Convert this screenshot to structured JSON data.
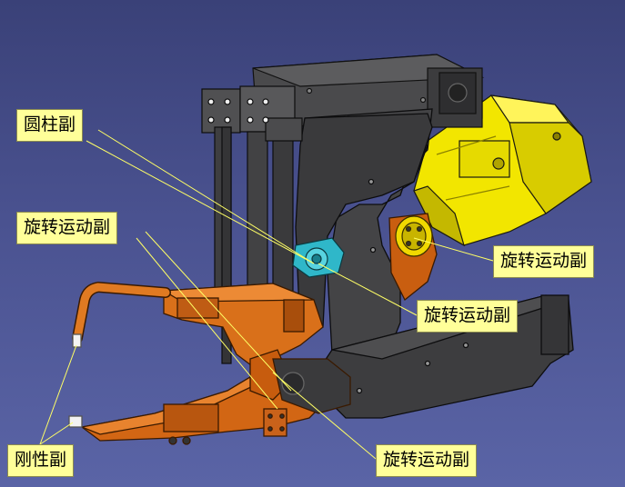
{
  "callouts": [
    {
      "id": "cylinder",
      "label": "圆柱副"
    },
    {
      "id": "rotary-left",
      "label": "旋转运动副"
    },
    {
      "id": "rotary-right",
      "label": "旋转运动副"
    },
    {
      "id": "rotary-center",
      "label": "旋转运动副"
    },
    {
      "id": "rotary-bottom",
      "label": "旋转运动副"
    },
    {
      "id": "rigid",
      "label": "刚性副"
    }
  ],
  "colors": {
    "background": "#434b86",
    "frame_dark": "#3f3f40",
    "gun_arm_orange": "#d9701a",
    "robot_yellow": "#f2e600",
    "joint_cyan": "#2fb7c9",
    "callout_fill": "#ffff99",
    "leader_line": "#ffff66"
  }
}
